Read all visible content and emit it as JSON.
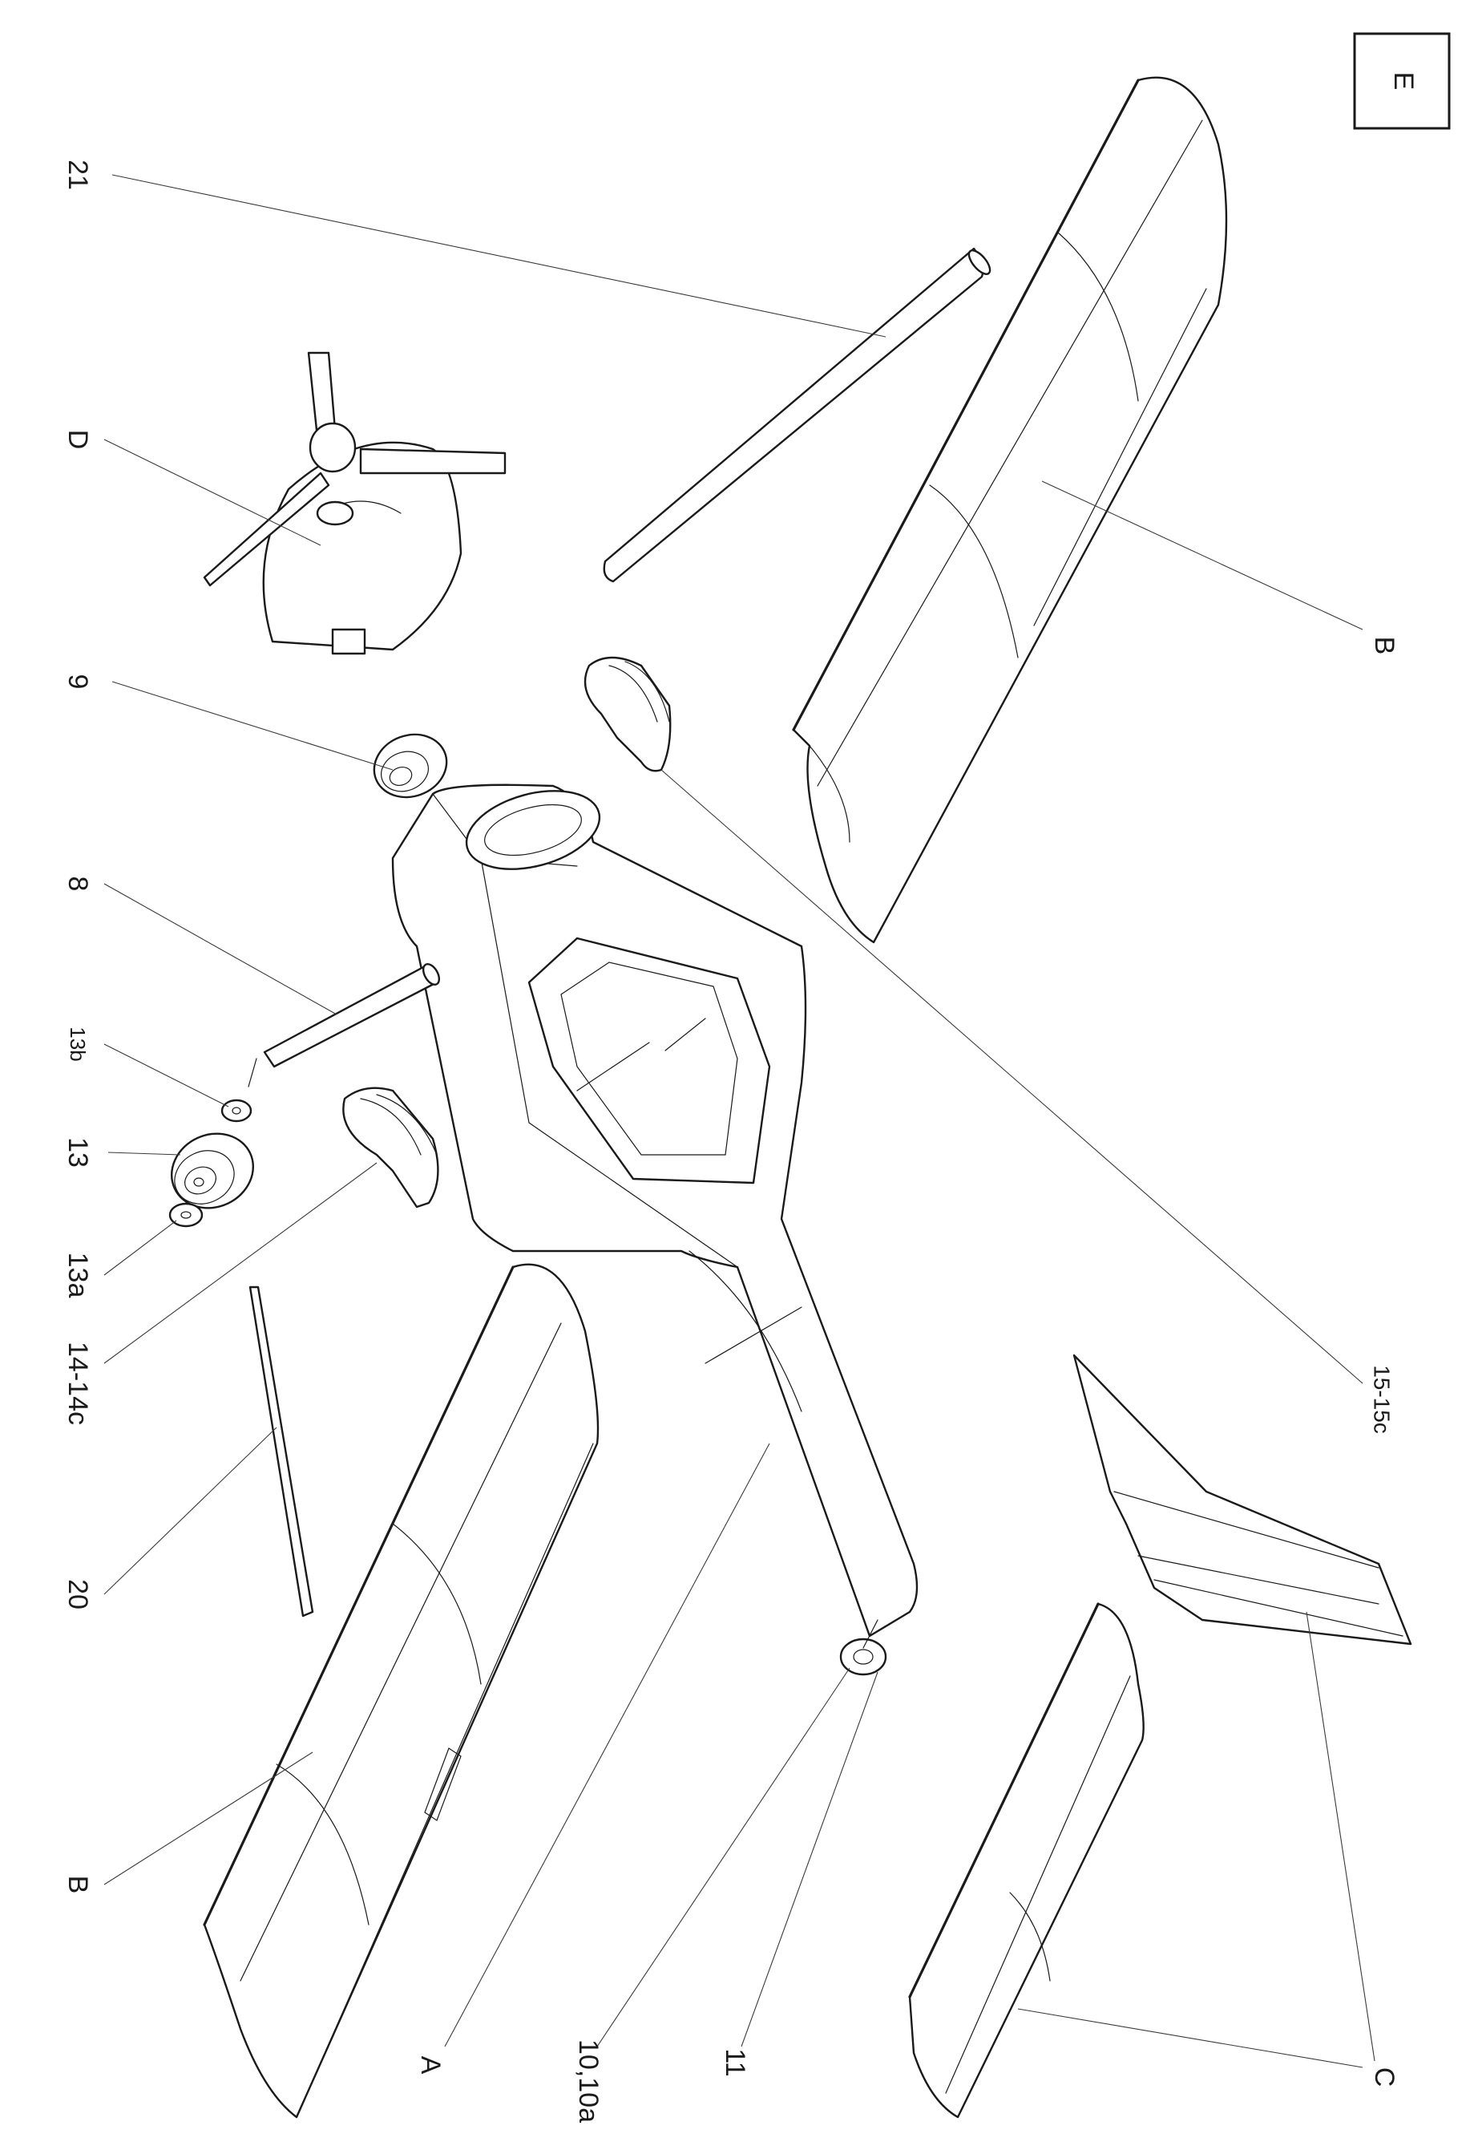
{
  "section_label": "E",
  "callouts": [
    {
      "id": "21",
      "text": "21"
    },
    {
      "id": "D",
      "text": "D"
    },
    {
      "id": "9",
      "text": "9"
    },
    {
      "id": "8",
      "text": "8"
    },
    {
      "id": "13b",
      "text": "13b"
    },
    {
      "id": "13",
      "text": "13"
    },
    {
      "id": "13a",
      "text": "13a"
    },
    {
      "id": "14-14c",
      "text": "14-14c"
    },
    {
      "id": "20",
      "text": "20"
    },
    {
      "id": "B-left",
      "text": "B"
    },
    {
      "id": "B-right",
      "text": "B"
    },
    {
      "id": "15-15c",
      "text": "15-15c"
    },
    {
      "id": "A",
      "text": "A"
    },
    {
      "id": "10,10a",
      "text": "10,10a"
    },
    {
      "id": "11",
      "text": "11"
    },
    {
      "id": "C",
      "text": "C"
    }
  ]
}
